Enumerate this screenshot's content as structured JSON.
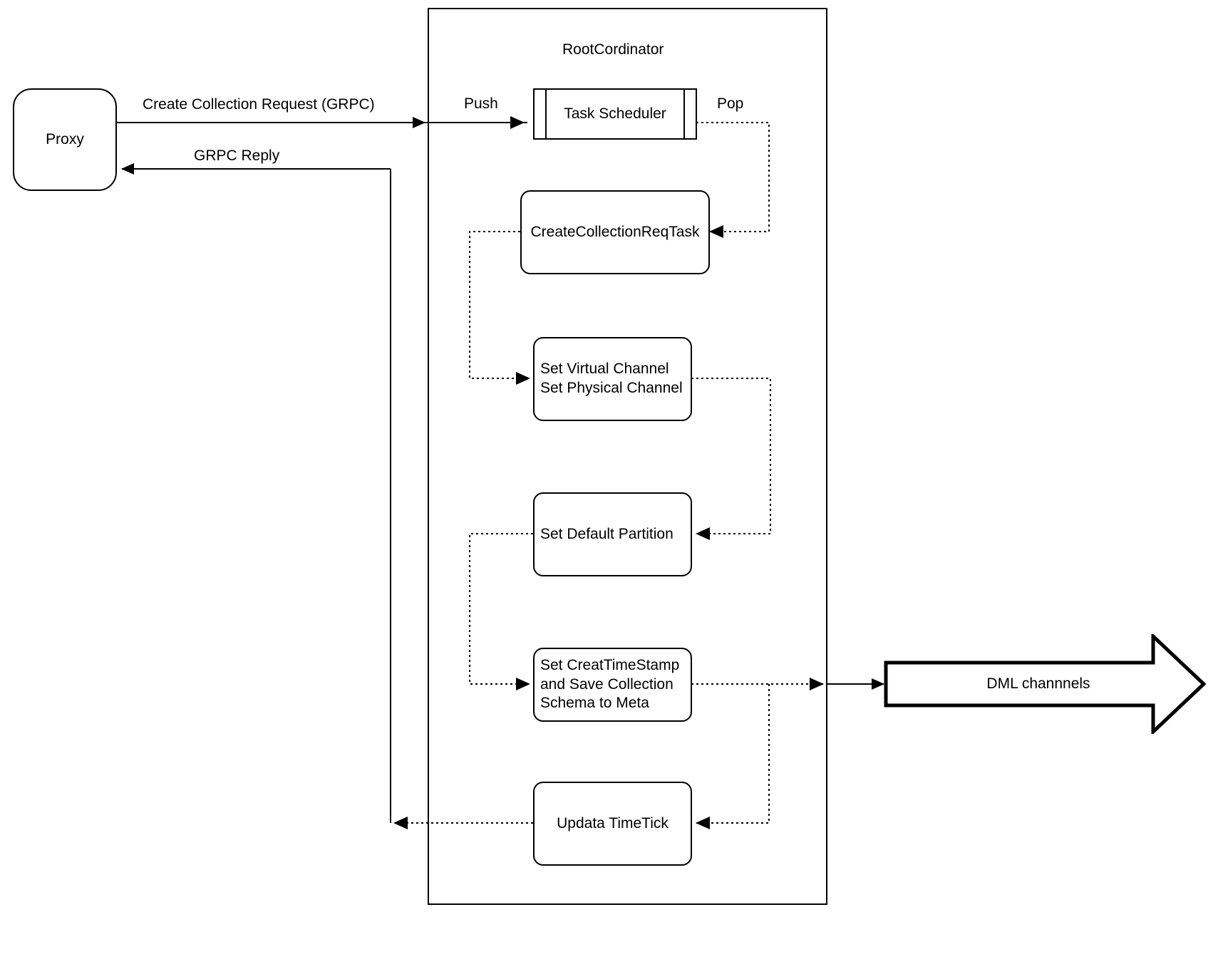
{
  "diagram": {
    "title_label": "RootCordinator",
    "nodes": {
      "proxy": "Proxy",
      "task_scheduler": "Task Scheduler",
      "create_collection_req_task": "CreateCollectionReqTask",
      "set_channels": "Set Virtual Channel\nSet Physical Channel",
      "set_default_partition": "Set Default Partition",
      "set_timestamp": "Set CreatTimeStamp\nand Save Collection\nSchema to Meta",
      "update_timetick": "Updata TimeTick",
      "dml_channels": "DML channnels"
    },
    "edge_labels": {
      "create_collection_request": "Create Collection Request (GRPC)",
      "grpc_reply": "GRPC Reply",
      "push": "Push",
      "pop": "Pop"
    },
    "colors": {
      "stroke": "#000000",
      "fill": "#ffffff"
    }
  }
}
